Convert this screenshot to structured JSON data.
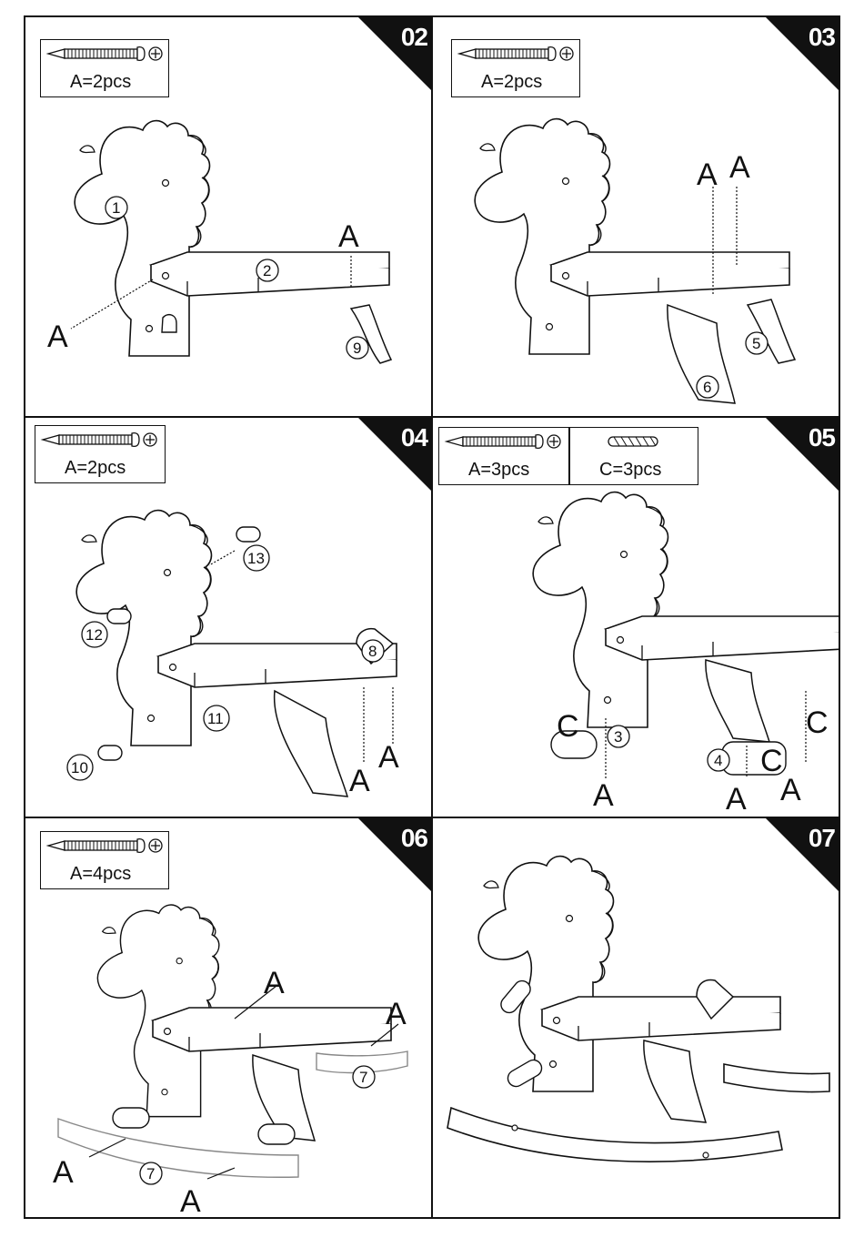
{
  "steps": [
    {
      "number": "02",
      "parts": [
        {
          "icon": "screw-icon",
          "qty": "A=2pcs"
        }
      ],
      "callouts": [
        "A",
        "A"
      ],
      "part_numbers": [
        "1",
        "2",
        "9"
      ]
    },
    {
      "number": "03",
      "parts": [
        {
          "icon": "screw-icon",
          "qty": "A=2pcs"
        }
      ],
      "callouts": [
        "A",
        "A"
      ],
      "part_numbers": [
        "5",
        "6"
      ]
    },
    {
      "number": "04",
      "parts": [
        {
          "icon": "screw-icon",
          "qty": "A=2pcs"
        }
      ],
      "callouts": [
        "A",
        "A"
      ],
      "part_numbers": [
        "8",
        "10",
        "11",
        "12",
        "13"
      ]
    },
    {
      "number": "05",
      "parts": [
        {
          "icon": "screw-icon",
          "qty": "A=3pcs"
        },
        {
          "icon": "dowel-icon",
          "qty": "C=3pcs"
        }
      ],
      "callouts": [
        "C",
        "C",
        "C",
        "A",
        "A",
        "A"
      ],
      "part_numbers": [
        "3",
        "4"
      ]
    },
    {
      "number": "06",
      "parts": [
        {
          "icon": "screw-icon",
          "qty": "A=4pcs"
        }
      ],
      "callouts": [
        "A",
        "A",
        "A",
        "A"
      ],
      "part_numbers": [
        "7",
        "7"
      ]
    },
    {
      "number": "07",
      "parts": [],
      "callouts": [],
      "part_numbers": []
    }
  ]
}
